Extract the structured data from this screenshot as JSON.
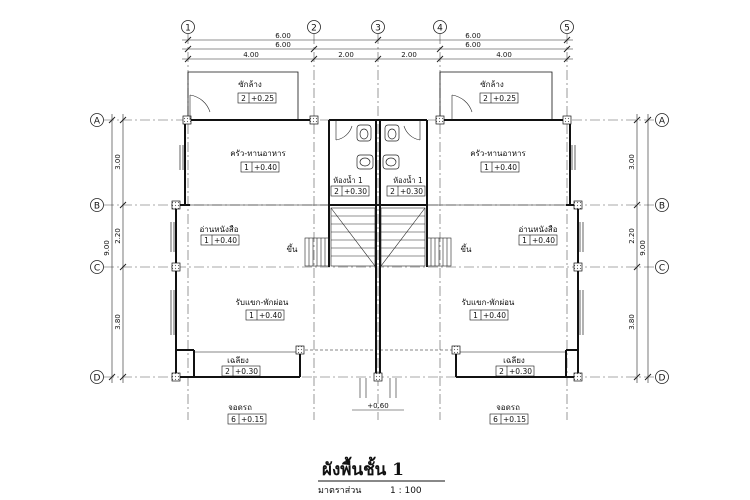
{
  "grid_columns": [
    "1",
    "2",
    "3",
    "4",
    "5"
  ],
  "grid_rows": [
    "A",
    "B",
    "C",
    "D"
  ],
  "dimensions": {
    "top_row1_left": "6.00",
    "top_row1_right": "6.00",
    "top_row2_left": "6.00",
    "top_row2_right": "6.00",
    "top_row3": [
      "4.00",
      "2.00",
      "2.00",
      "4.00"
    ],
    "left_segments": [
      "3.00",
      "2.20",
      "3.80"
    ],
    "left_total": "9.00",
    "right_segments": [
      "3.00",
      "2.20",
      "3.80"
    ],
    "right_total": "9.00"
  },
  "rooms": {
    "laundry_left": {
      "name": "ซักล้าง",
      "tag_no": "2",
      "tag_level": "+0.25"
    },
    "laundry_right": {
      "name": "ซักล้าง",
      "tag_no": "2",
      "tag_level": "+0.25"
    },
    "kitchen_left": {
      "name": "ครัว-ทานอาหาร",
      "tag_no": "1",
      "tag_level": "+0.40"
    },
    "kitchen_right": {
      "name": "ครัว-ทานอาหาร",
      "tag_no": "1",
      "tag_level": "+0.40"
    },
    "bath_left": {
      "name": "ห้องน้ำ 1",
      "tag_no": "2",
      "tag_level": "+0.30"
    },
    "bath_right": {
      "name": "ห้องน้ำ 1",
      "tag_no": "2",
      "tag_level": "+0.30"
    },
    "reading_left": {
      "name": "อ่านหนังสือ",
      "tag_no": "1",
      "tag_level": "+0.40"
    },
    "reading_right": {
      "name": "อ่านหนังสือ",
      "tag_no": "1",
      "tag_level": "+0.40"
    },
    "living_left": {
      "name": "รับแขก-พักผ่อน",
      "tag_no": "1",
      "tag_level": "+0.40"
    },
    "living_right": {
      "name": "รับแขก-พักผ่อน",
      "tag_no": "1",
      "tag_level": "+0.40"
    },
    "porch_left": {
      "name": "เฉลียง",
      "tag_no": "2",
      "tag_level": "+0.30"
    },
    "porch_right": {
      "name": "เฉลียง",
      "tag_no": "2",
      "tag_level": "+0.30"
    },
    "parking_left": {
      "name": "จอดรถ",
      "tag_no": "6",
      "tag_level": "+0.15"
    },
    "parking_right": {
      "name": "จอดรถ",
      "tag_no": "6",
      "tag_level": "+0.15"
    }
  },
  "stair_up_left": "ขึ้น",
  "stair_up_right": "ขึ้น",
  "wall_note": "+0.60",
  "title": "ผังพื้นชั้น 1",
  "scale_label": "มาตราส่วน",
  "scale_value": "1 : 100"
}
